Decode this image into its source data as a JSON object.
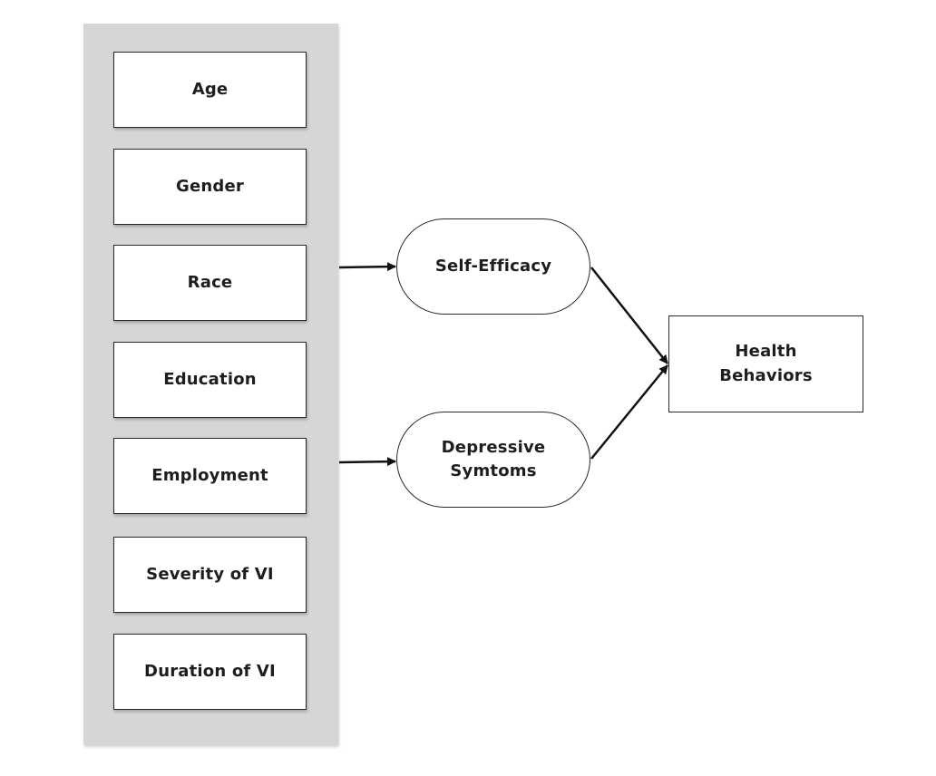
{
  "covariates": [
    {
      "label": "Age"
    },
    {
      "label": "Gender"
    },
    {
      "label": "Race"
    },
    {
      "label": "Education"
    },
    {
      "label": "Employment"
    },
    {
      "label": "Severity of VI"
    },
    {
      "label": "Duration of VI"
    }
  ],
  "mediators": [
    {
      "label": "Self-Efficacy"
    },
    {
      "label": "Depressive\nSymtoms"
    }
  ],
  "outcome": {
    "label": "Health\nBehaviors"
  },
  "colors": {
    "panel": "#d6d6d6",
    "stroke": "#2a2a2a",
    "text": "#1e1e1e",
    "arrow": "#111111"
  }
}
